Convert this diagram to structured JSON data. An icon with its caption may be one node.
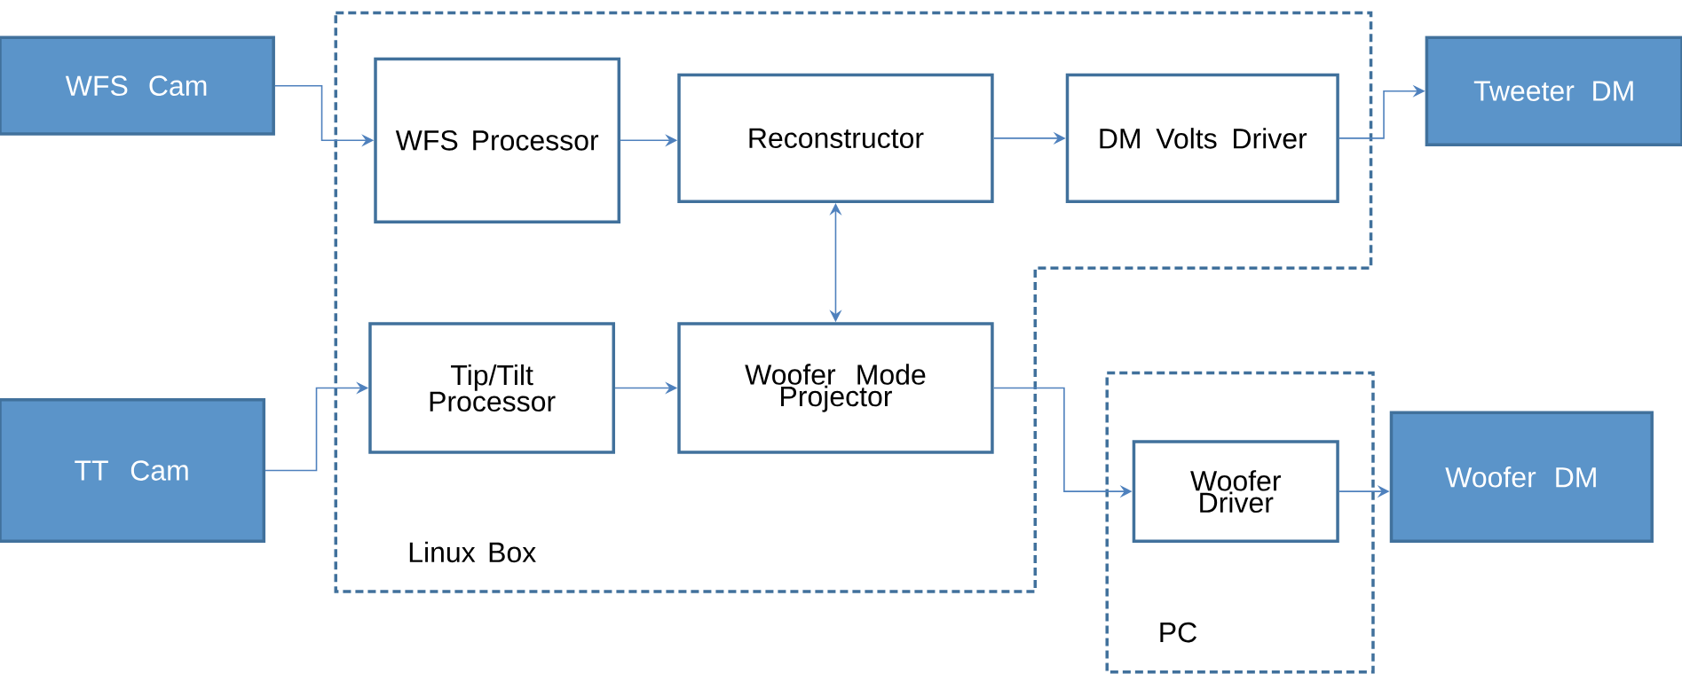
{
  "diagram": {
    "nodes": [
      {
        "text": [
          "WFS Cam"
        ]
      },
      {
        "text": [
          "Linux Box"
        ]
      },
      {
        "text": [
          "WFS Processor"
        ],
        "in": 1
      },
      {
        "text": [
          "Reconstructor"
        ],
        "in": 1
      },
      {
        "text": [
          "DM Volts Driver"
        ],
        "in": 1
      },
      {
        "text": [
          "Tweeter DM"
        ]
      },
      {
        "text": [
          "Tip/Tilt Processor"
        ],
        "in": 1
      },
      {
        "text": [
          "Woofer Mode Projector"
        ],
        "in": 1
      },
      {
        "text": [
          "TT Cam"
        ]
      },
      {
        "text": [
          "PC"
        ]
      },
      {
        "text": [
          "Woofer Driver"
        ],
        "in": 9
      },
      {
        "text": [
          "Woofer DM"
        ]
      }
    ],
    "edges": [
      {
        "from": 0,
        "to": 2,
        "arrow": "to"
      },
      {
        "from": 2,
        "to": 3,
        "arrow": "to"
      },
      {
        "from": 3,
        "to": 4,
        "arrow": "to"
      },
      {
        "from": 4,
        "to": 5,
        "arrow": "to"
      },
      {
        "from": 3,
        "to": 7,
        "arrow": "both"
      },
      {
        "from": 8,
        "to": 6,
        "arrow": "to"
      },
      {
        "from": 6,
        "to": 7,
        "arrow": "to"
      },
      {
        "from": 7,
        "to": 10,
        "arrow": "to"
      },
      {
        "from": 10,
        "to": 11,
        "arrow": "to"
      }
    ]
  }
}
